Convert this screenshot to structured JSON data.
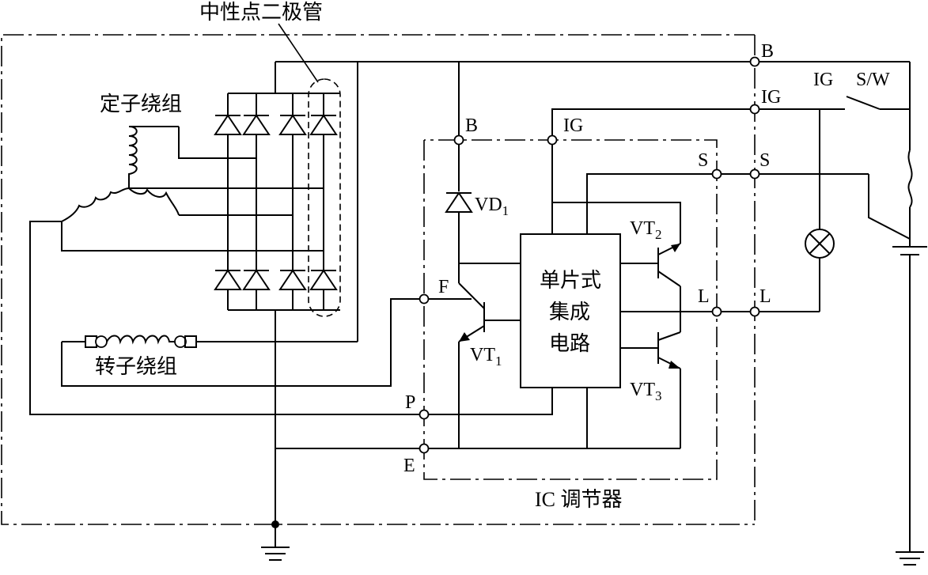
{
  "labels": {
    "neutral_diodes": "中性点二极管",
    "stator_winding": "定子绕组",
    "rotor_winding": "转子绕组",
    "ic_line1": "单片式",
    "ic_line2": "集成",
    "ic_line3": "电路",
    "ic_regulator": "IC 调节器",
    "term_B_outer": "B",
    "term_IG_outer": "IG",
    "term_S_outer": "S",
    "term_L_outer": "L",
    "term_B_inner": "B",
    "term_IG_inner": "IG",
    "term_S_inner": "S",
    "term_L_inner": "L",
    "term_F": "F",
    "term_P": "P",
    "term_E": "E",
    "switch_IG": "IG",
    "switch_SW": "S/W",
    "vd1": "VD",
    "vd1_sub": "1",
    "vt1": "VT",
    "vt1_sub": "1",
    "vt2": "VT",
    "vt2_sub": "2",
    "vt3": "VT",
    "vt3_sub": "3"
  }
}
